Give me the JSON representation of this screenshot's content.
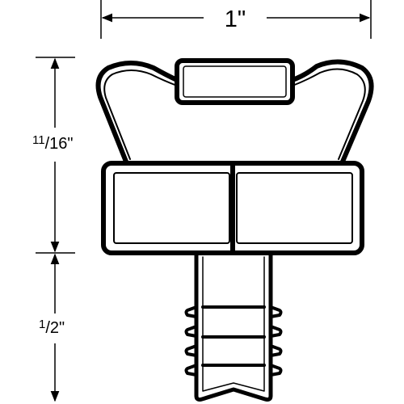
{
  "dimensions": {
    "width": {
      "label": "1\""
    },
    "upper_height": {
      "label_whole": "11",
      "label_sep": "/",
      "label_den": "16\""
    },
    "lower_height": {
      "label_whole": "1",
      "label_sep": "/",
      "label_den": "2\""
    }
  },
  "colors": {
    "stroke": "#000000",
    "background": "#ffffff"
  }
}
